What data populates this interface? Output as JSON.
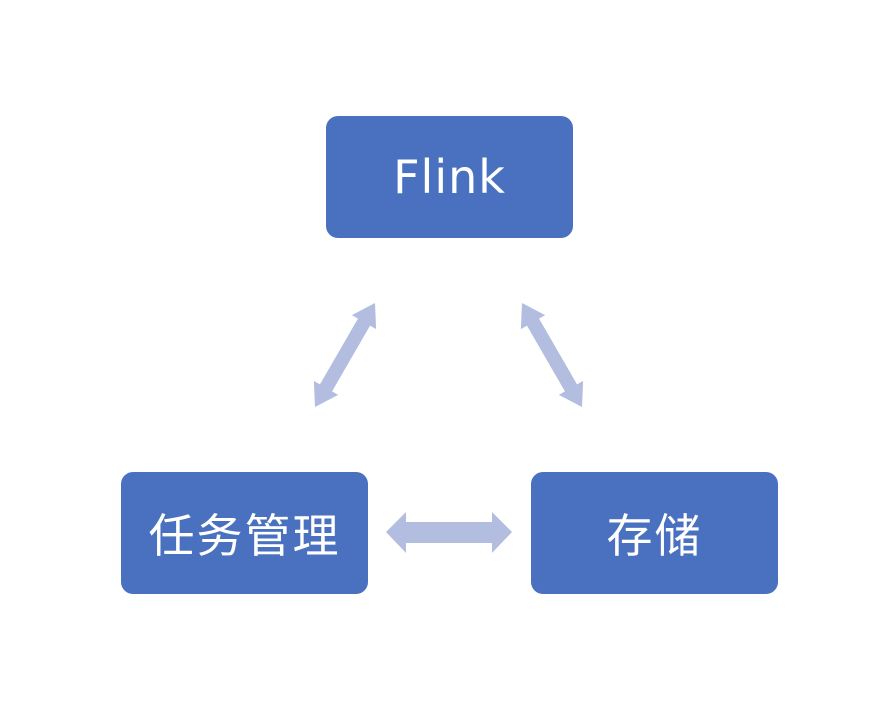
{
  "diagram": {
    "nodes": [
      {
        "id": "flink",
        "label": "Flink"
      },
      {
        "id": "task",
        "label": "任务管理"
      },
      {
        "id": "store",
        "label": "存储"
      }
    ],
    "edges": [
      {
        "from": "flink",
        "to": "task",
        "direction": "bidirectional"
      },
      {
        "from": "flink",
        "to": "store",
        "direction": "bidirectional"
      },
      {
        "from": "task",
        "to": "store",
        "direction": "bidirectional"
      }
    ],
    "colors": {
      "node_fill": "#4a71bf",
      "node_text": "#ffffff",
      "arrow_fill": "#b2bddf",
      "background": "#ffffff"
    }
  }
}
